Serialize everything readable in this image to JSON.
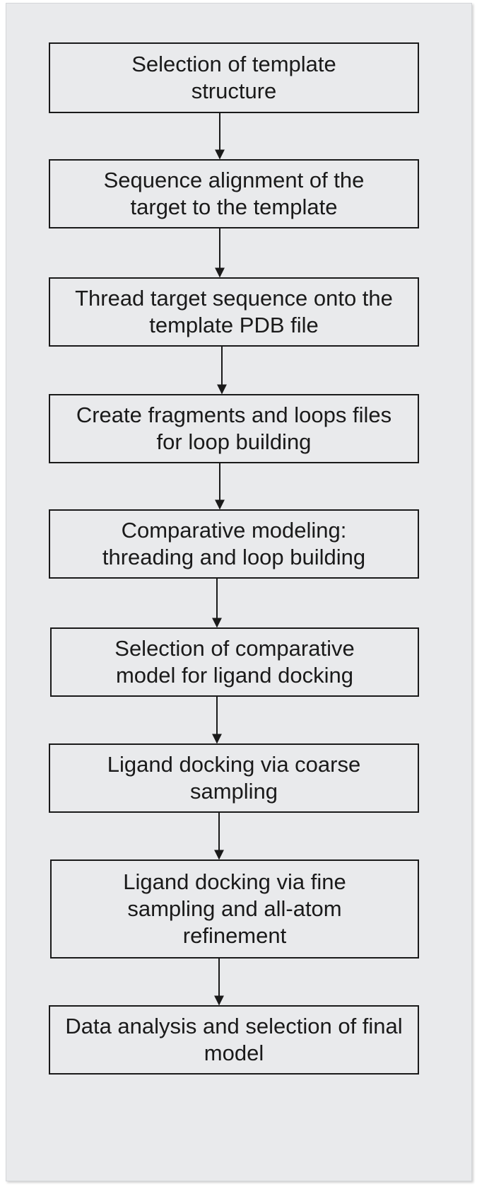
{
  "flowchart": {
    "steps": [
      "Selection of template structure",
      "Sequence alignment of the target to the template",
      "Thread target sequence onto the template PDB file",
      "Create fragments and loops files for loop building",
      "Comparative modeling: threading and loop building",
      "Selection of comparative model for ligand docking",
      "Ligand docking via coarse sampling",
      "Ligand docking via fine sampling and all-atom refinement",
      "Data analysis and selection of final model"
    ]
  },
  "colors": {
    "panel_background": "#e9eaec",
    "box_border": "#1a1a1a",
    "arrow": "#1a1a1a",
    "text": "#1a1a1a"
  }
}
